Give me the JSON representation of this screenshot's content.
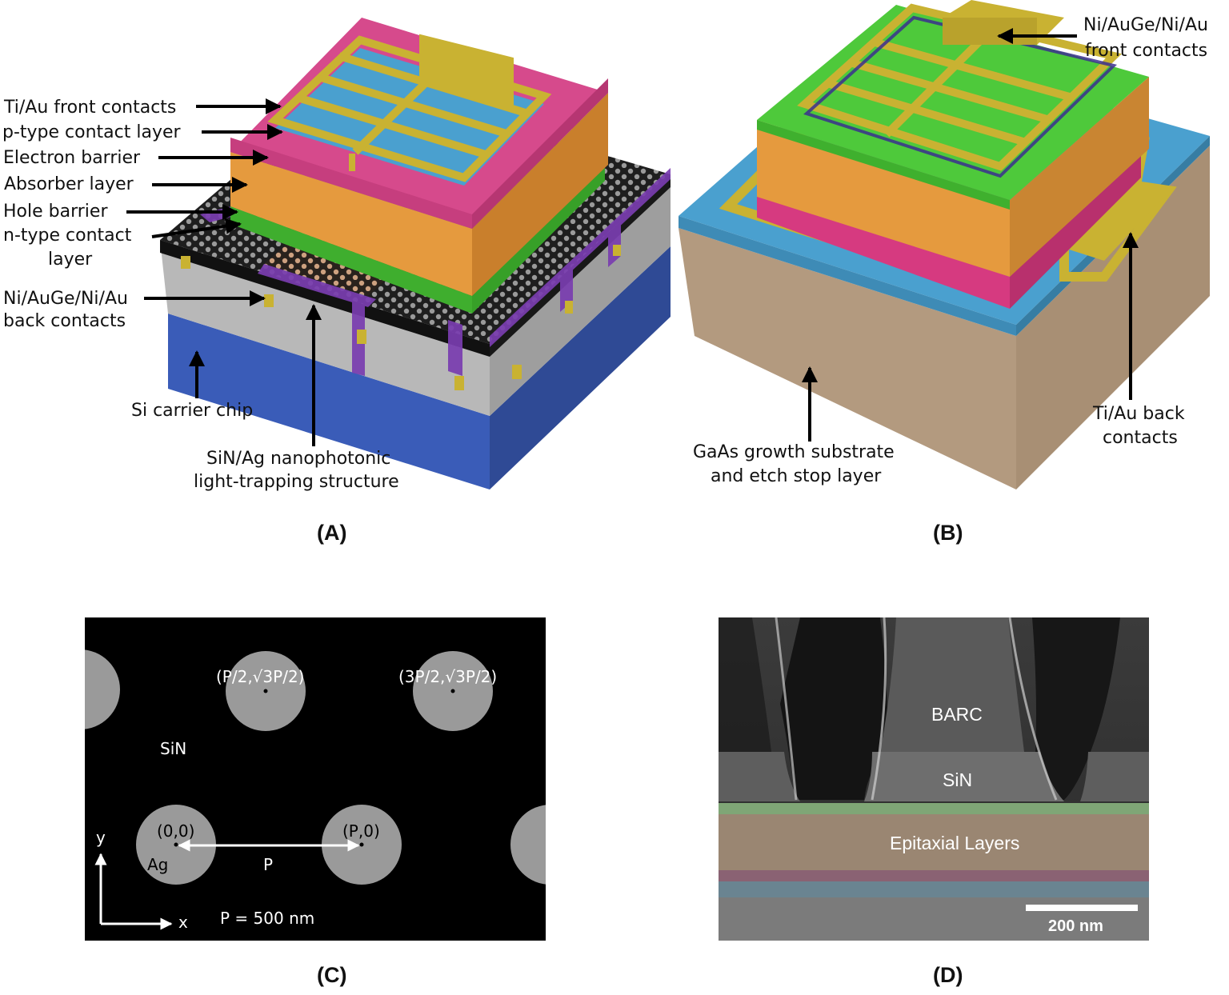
{
  "panel_a": {
    "panel_label": "(A)",
    "labels": {
      "front_contacts": "Ti/Au front contacts",
      "p_contact": "p-type contact layer",
      "electron_barrier": "Electron barrier",
      "absorber": "Absorber layer",
      "hole_barrier": "Hole barrier",
      "n_contact_1": "n-type contact",
      "n_contact_2": "layer",
      "back_contacts_1": "Ni/AuGe/Ni/Au",
      "back_contacts_2": "back contacts",
      "carrier": "Si carrier chip",
      "nanophotonic_1": "SiN/Ag nanophotonic",
      "nanophotonic_2": "light-trapping structure"
    }
  },
  "panel_b": {
    "panel_label": "(B)",
    "labels": {
      "front_contacts_1": "Ni/AuGe/Ni/Au",
      "front_contacts_2": "front contacts",
      "back_contacts_1": "Ti/Au back",
      "back_contacts_2": "contacts",
      "substrate_1": "GaAs growth substrate",
      "substrate_2": "and etch stop layer"
    }
  },
  "panel_c": {
    "panel_label": "(C)",
    "labels": {
      "coord_top_left": "(P/2,√3P/2)",
      "coord_top_right": "(3P/2,√3P/2)",
      "sin": "SiN",
      "origin": "(0,0)",
      "p0": "(P,0)",
      "ag": "Ag",
      "p": "P",
      "y_axis": "y",
      "x_axis": "x",
      "period": "P = 500 nm"
    }
  },
  "panel_d": {
    "panel_label": "(D)",
    "labels": {
      "barc": "BARC",
      "sin": "SiN",
      "epi": "Epitaxial Layers",
      "scale": "200 nm"
    }
  },
  "colors": {
    "gold": "#c9b232",
    "pink": "#d64a8c",
    "orange": "#e59a3e",
    "green": "#4ec93b",
    "purple": "#7a3db0",
    "blue_layer": "#4aa0cf",
    "si_gray": "#b4b4b4",
    "carrier_blue": "#3a5cb8",
    "substrate_tan": "#b39a7f"
  }
}
